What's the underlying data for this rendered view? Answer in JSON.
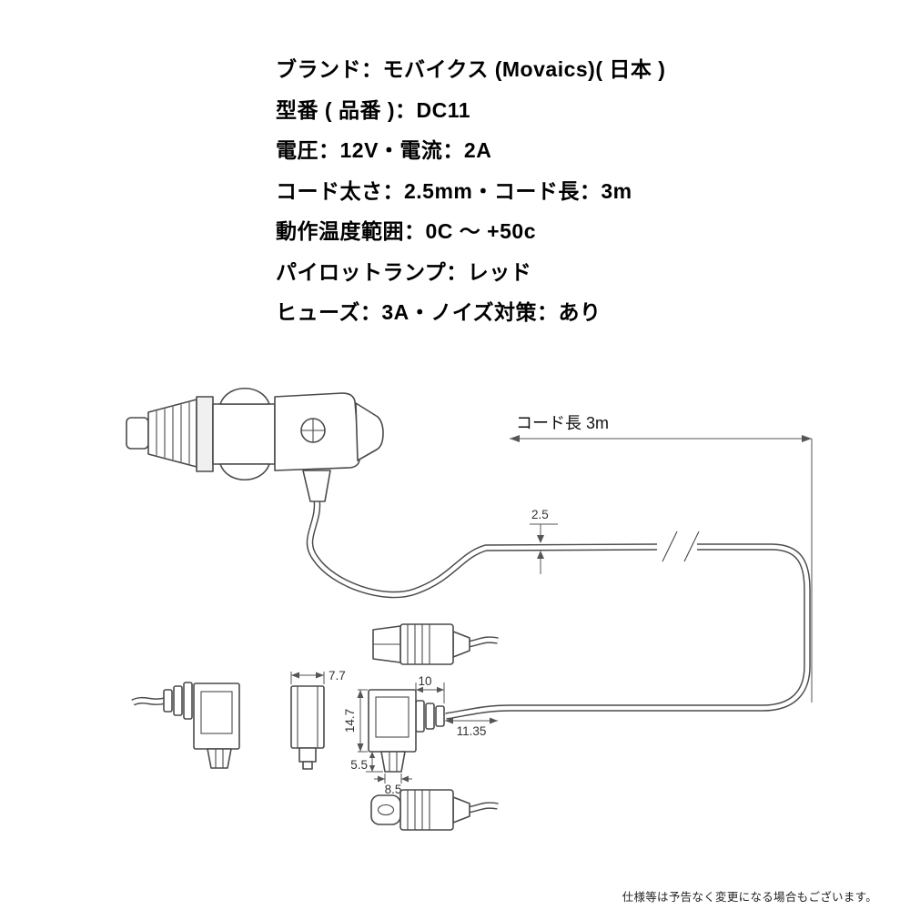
{
  "specs": {
    "lines": [
      "ブランド：モバイクス (Movaics)( 日本 )",
      "型番 ( 品番 )：DC11",
      "電圧：12V・電流：2A",
      "コード太さ：2.5mm・コード長：3m",
      "動作温度範囲：0C ～ +50c",
      "パイロットランプ：レッド",
      "ヒューズ：3A・ノイズ対策：あり"
    ]
  },
  "diagram": {
    "cord_length_label": "コード長 3m",
    "dims": {
      "cord_thickness": "2.5",
      "connector_front_width": "7.7",
      "shell_length": "10",
      "total_length": "11.35",
      "connector_height": "14.7",
      "tip_height": "5.5",
      "tip_width": "8.5"
    },
    "colors": {
      "line": "#4a4a4a",
      "dim": "#555555",
      "text": "#1a1a1a"
    }
  },
  "footer": {
    "note": "仕様等は予告なく変更になる場合もございます。"
  }
}
